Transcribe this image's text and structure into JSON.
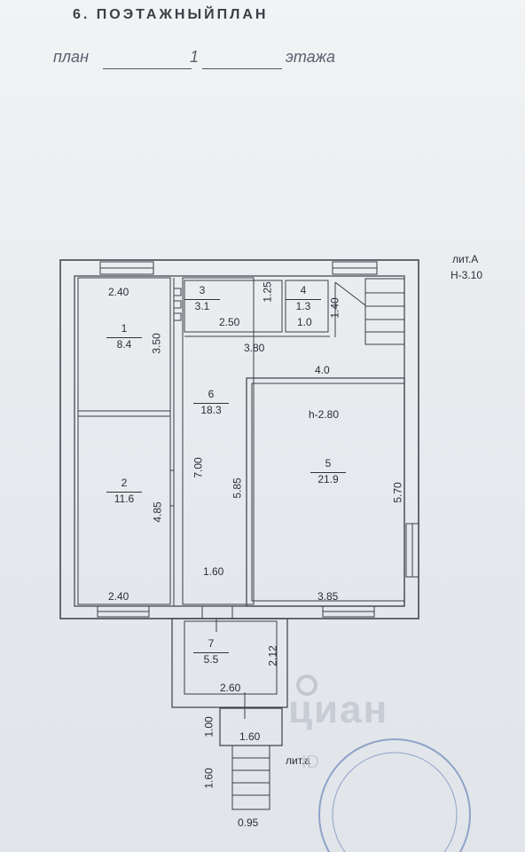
{
  "header": {
    "title": "6. ПОЭТАЖНЫЙПЛАН",
    "plan_label": "план",
    "floor_number": "1",
    "floor_label": "этажа"
  },
  "building": {
    "letter": "лит.А",
    "height": "Н-3.10",
    "porch_letter": "лит.а"
  },
  "rooms": [
    {
      "number": "1",
      "area": "8.4"
    },
    {
      "number": "2",
      "area": "11.6"
    },
    {
      "number": "3",
      "area": "3.1"
    },
    {
      "number": "4",
      "area": "1.3"
    },
    {
      "number": "5",
      "area": "21.9"
    },
    {
      "number": "6",
      "area": "18.3"
    },
    {
      "number": "7",
      "area": "5.5"
    }
  ],
  "room5_height": "h-2.80",
  "dimensions": [
    "2.40",
    "2.50",
    "1.0",
    "3.80",
    "4.0",
    "1.60",
    "2.40",
    "3.85",
    "2.60",
    "1.60",
    "0.95"
  ],
  "dimensions_vertical": [
    "3.50",
    "1.25",
    "1.40",
    "7.00",
    "5.85",
    "5.70",
    "4.85",
    "2.12",
    "1.00",
    "1.60"
  ],
  "watermark": {
    "brand": "циан",
    "id": "ID"
  }
}
